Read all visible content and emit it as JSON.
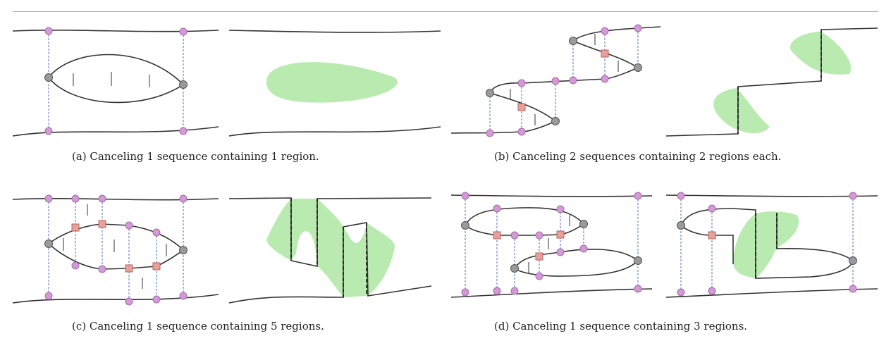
{
  "captions": {
    "a": "(a) Canceling 1 sequence containing 1 region.",
    "b": "(b) Canceling 2 sequences containing 2 regions each.",
    "c": "(c) Canceling 1 sequence containing 5 regions.",
    "d": "(d) Canceling 1 sequence containing 3 regions."
  },
  "colors": {
    "curve": "#333333",
    "guide": "#5a6bc8",
    "vertex": "#d39bd6",
    "vertex_stroke": "#a66aab",
    "endpoint": "#9a9a9a",
    "square": "#e8a09a",
    "square_stroke": "#b5645d",
    "region": "#b9ebb0"
  }
}
